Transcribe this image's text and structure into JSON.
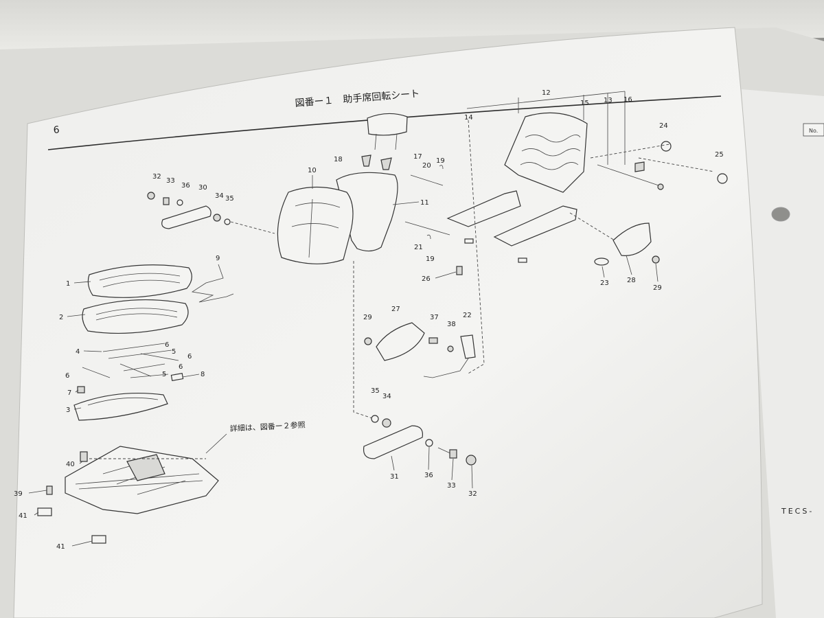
{
  "page": {
    "page_number": "6",
    "title": "図番ー１　助手席回転シート",
    "detail_note": "詳細は、図番ー２参照",
    "footer_code": "TECS-",
    "next_page_tab": "No."
  },
  "colors": {
    "paper": "#f3f3f1",
    "ink": "#2b2b2b",
    "background": "#8f8f8c"
  },
  "callouts": [
    "1",
    "2",
    "3",
    "4",
    "5",
    "6",
    "7",
    "8",
    "9",
    "10",
    "11",
    "12",
    "13",
    "14",
    "15",
    "16",
    "17",
    "18",
    "19",
    "20",
    "21",
    "22",
    "23",
    "24",
    "25",
    "26",
    "27",
    "28",
    "29",
    "30",
    "31",
    "32",
    "33",
    "34",
    "35",
    "36",
    "37",
    "38",
    "39",
    "40",
    "41"
  ]
}
